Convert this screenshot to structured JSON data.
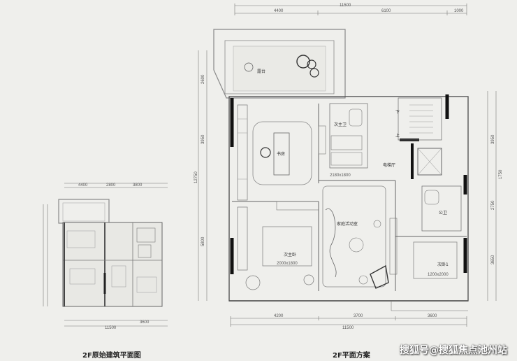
{
  "left_plan": {
    "caption": "2F原始建筑平面图",
    "dims_top": [
      "4400",
      "2800",
      "3800"
    ],
    "dims_bottom": [
      "11500",
      "3600"
    ]
  },
  "right_plan": {
    "caption": "2F平面方案",
    "dims_top": [
      "4400",
      "6100",
      "1000"
    ],
    "dim_top_total": "11500",
    "dims_bottom": [
      "4200",
      "3700",
      "3600"
    ],
    "dim_bottom_total": "11500",
    "dims_left": [
      "2600",
      "3950",
      "12750",
      "5800"
    ],
    "dims_right": [
      "3950",
      "1750",
      "2750",
      "3650"
    ],
    "rooms": {
      "terrace": "露台",
      "study": "书房",
      "secondary_bath": "次主卫",
      "elevator_hall": "电梯厅",
      "down": "下",
      "up": "上",
      "family_room": "家庭活动室",
      "secondary_master": "次主卧",
      "public_bath": "公卫",
      "bedroom1": "次卧1",
      "bed_size_1": "2000x1800",
      "bed_size_2": "1200x2000",
      "shelf_size": "2180x1800"
    }
  },
  "watermark": "搜狐号@搜狐焦点池州站"
}
